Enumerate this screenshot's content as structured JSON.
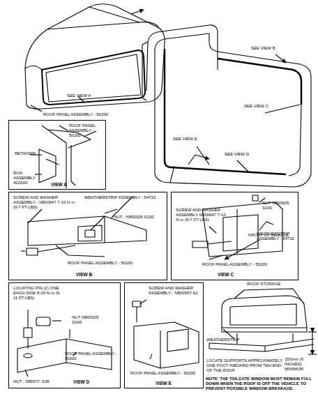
{
  "diagram": {
    "nodes": [
      {
        "text": [
          "ROOF PANEL ASSEMBLY - 50200",
          "RETAINER",
          "RUN ASSEMBLY 422A00",
          "VIEW A"
        ]
      },
      {
        "text": [
          "SCREW AND WASHER ASSEMBLY - N800947 7-10 N·m (6-7 FT-LBS)",
          "WEATHERSTRIP ASSEMBLY - 54732",
          "NUT - N800925 S100",
          "ROOF PANEL ASSEMBLY - 50200",
          "VIEW B"
        ]
      },
      {
        "text": [
          "NUT N800925 S100",
          "SCREW AND WASHER ASSEMBLY N800947 7-10 N·m (6-7 FT-LBS)",
          "WEATHERSTRIP ASSEMBLY - 54732",
          "ROOF PANEL ASSEMBLY - 50200",
          "VIEW C"
        ]
      },
      {
        "text": [
          "LOCATING PIN (2) ONE EACH SIDE 8-16 N·m (6-11 FT-LBS)",
          "NUT N800925 S100",
          "ROOF PANEL ASSEMBLY - 50200",
          "NUT - 385977- S36",
          "VIEW D"
        ]
      },
      {
        "text": [
          "SCREW AND WASHER ASSEMBLY - N800947-S2",
          "ROOF PANEL ASSEMBLY - 50200",
          "VIEW E"
        ]
      }
    ],
    "labels": [
      "SEE VIEW A",
      "ROOF PANEL ASSEMBLY - 50200",
      "SEE VIEW B",
      "SEE VIEW C",
      "SEE VIEW E",
      "SEE VIEW D",
      "FRONT OF VEHICLE",
      "ROOF STORAGE",
      "WEATHERSTRIP",
      "153mm (6 INCHES) MINIMUM",
      "LOCATE SUPPORTS APPROXIMATELY ONE FOOT INBOARD FROM TEH END OF THE ROOF",
      "NOTE: THE TAILGATE WINDOW MUST REMAIN FULL DOWN WHEN THE ROOF IS OFF THE VEHICLE TO PREVENT POSSIBLE WINDOW BREAKAGE."
    ]
  }
}
